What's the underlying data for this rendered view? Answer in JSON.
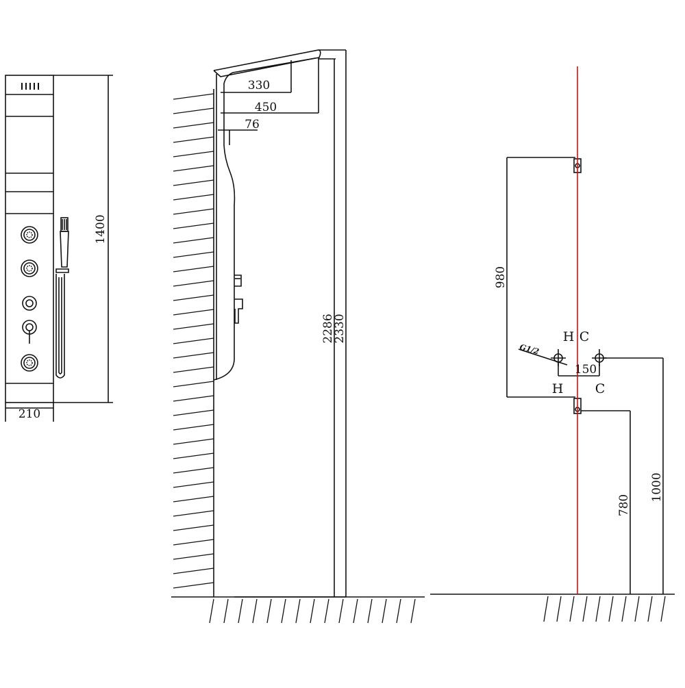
{
  "front_view": {
    "width_label": "210",
    "height_label": "1400"
  },
  "side_view": {
    "dim_330": "330",
    "dim_450": "450",
    "dim_76": "76",
    "dim_2286": "2286",
    "dim_2330": "2330"
  },
  "plumbing_view": {
    "dim_980": "980",
    "dim_150": "150",
    "dim_780": "780",
    "dim_1000": "1000",
    "thread_label": "G1/2",
    "hot_label_top": "H",
    "cold_label_top": "C",
    "hot_label": "H",
    "cold_label": "C",
    "colors": {
      "hot": "#1a1acc",
      "cold": "#d01010",
      "centerline": "#d01010",
      "line": "#111111"
    }
  }
}
